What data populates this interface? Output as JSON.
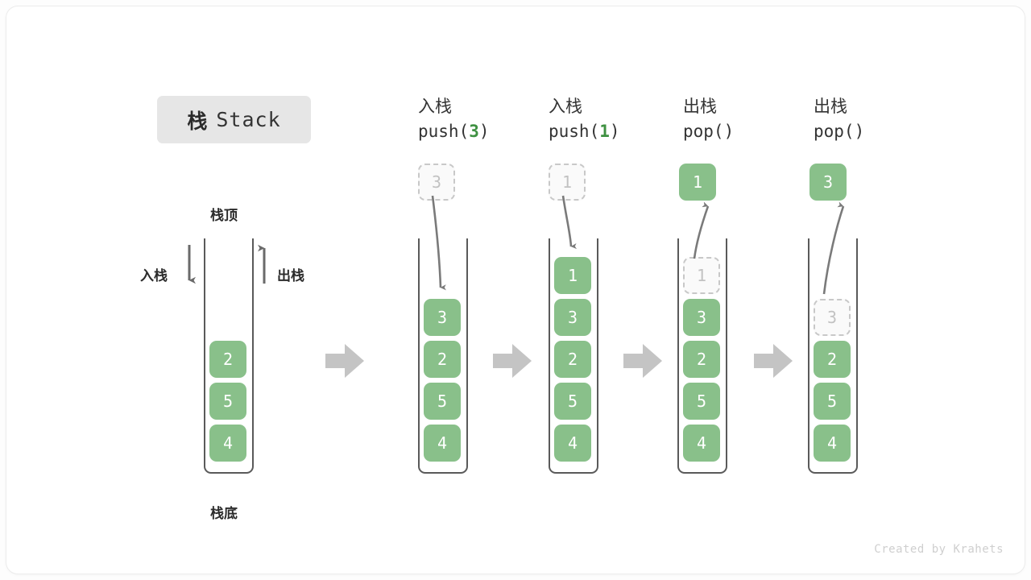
{
  "title": {
    "cn": "栈",
    "en": "Stack"
  },
  "labels": {
    "top": "栈顶",
    "bottom": "栈底",
    "push": "入栈",
    "pop": "出栈"
  },
  "footer": "Created by Krahets",
  "colors": {
    "element": "#89c08a",
    "element_text": "#ffffff",
    "ghost_border": "#c8c8c8",
    "ghost_text": "#c2c2c2",
    "frame": "#5a5a5a",
    "flow_arrow": "#c4c4c4",
    "curve_arrow": "#7a7a7a",
    "accent_green": "#3f9142",
    "pill_bg": "#e6e6e6"
  },
  "steps": [
    {
      "id": "initial",
      "op_title": "",
      "op_code": "",
      "op_arg": "",
      "detached": null,
      "cells": [
        {
          "value": "2",
          "state": "filled"
        },
        {
          "value": "5",
          "state": "filled"
        },
        {
          "value": "4",
          "state": "filled"
        }
      ]
    },
    {
      "id": "push-3",
      "op_title": "入栈",
      "op_code_pre": "push(",
      "op_arg": "3",
      "op_code_post": ")",
      "detached": {
        "value": "3",
        "state": "ghost"
      },
      "cells": [
        {
          "value": "3",
          "state": "filled"
        },
        {
          "value": "2",
          "state": "filled"
        },
        {
          "value": "5",
          "state": "filled"
        },
        {
          "value": "4",
          "state": "filled"
        }
      ]
    },
    {
      "id": "push-1",
      "op_title": "入栈",
      "op_code_pre": "push(",
      "op_arg": "1",
      "op_code_post": ")",
      "detached": {
        "value": "1",
        "state": "ghost"
      },
      "cells": [
        {
          "value": "1",
          "state": "filled"
        },
        {
          "value": "3",
          "state": "filled"
        },
        {
          "value": "2",
          "state": "filled"
        },
        {
          "value": "5",
          "state": "filled"
        },
        {
          "value": "4",
          "state": "filled"
        }
      ]
    },
    {
      "id": "pop-1",
      "op_title": "出栈",
      "op_code_pre": "pop(",
      "op_arg": "",
      "op_code_post": ")",
      "detached": {
        "value": "1",
        "state": "filled"
      },
      "cells": [
        {
          "value": "1",
          "state": "ghost"
        },
        {
          "value": "3",
          "state": "filled"
        },
        {
          "value": "2",
          "state": "filled"
        },
        {
          "value": "5",
          "state": "filled"
        },
        {
          "value": "4",
          "state": "filled"
        }
      ]
    },
    {
      "id": "pop-3",
      "op_title": "出栈",
      "op_code_pre": "pop(",
      "op_arg": "",
      "op_code_post": ")",
      "detached": {
        "value": "3",
        "state": "ghost"
      },
      "cells": [
        {
          "value": "3",
          "state": "ghost"
        },
        {
          "value": "2",
          "state": "filled"
        },
        {
          "value": "5",
          "state": "filled"
        },
        {
          "value": "4",
          "state": "filled"
        }
      ]
    }
  ]
}
